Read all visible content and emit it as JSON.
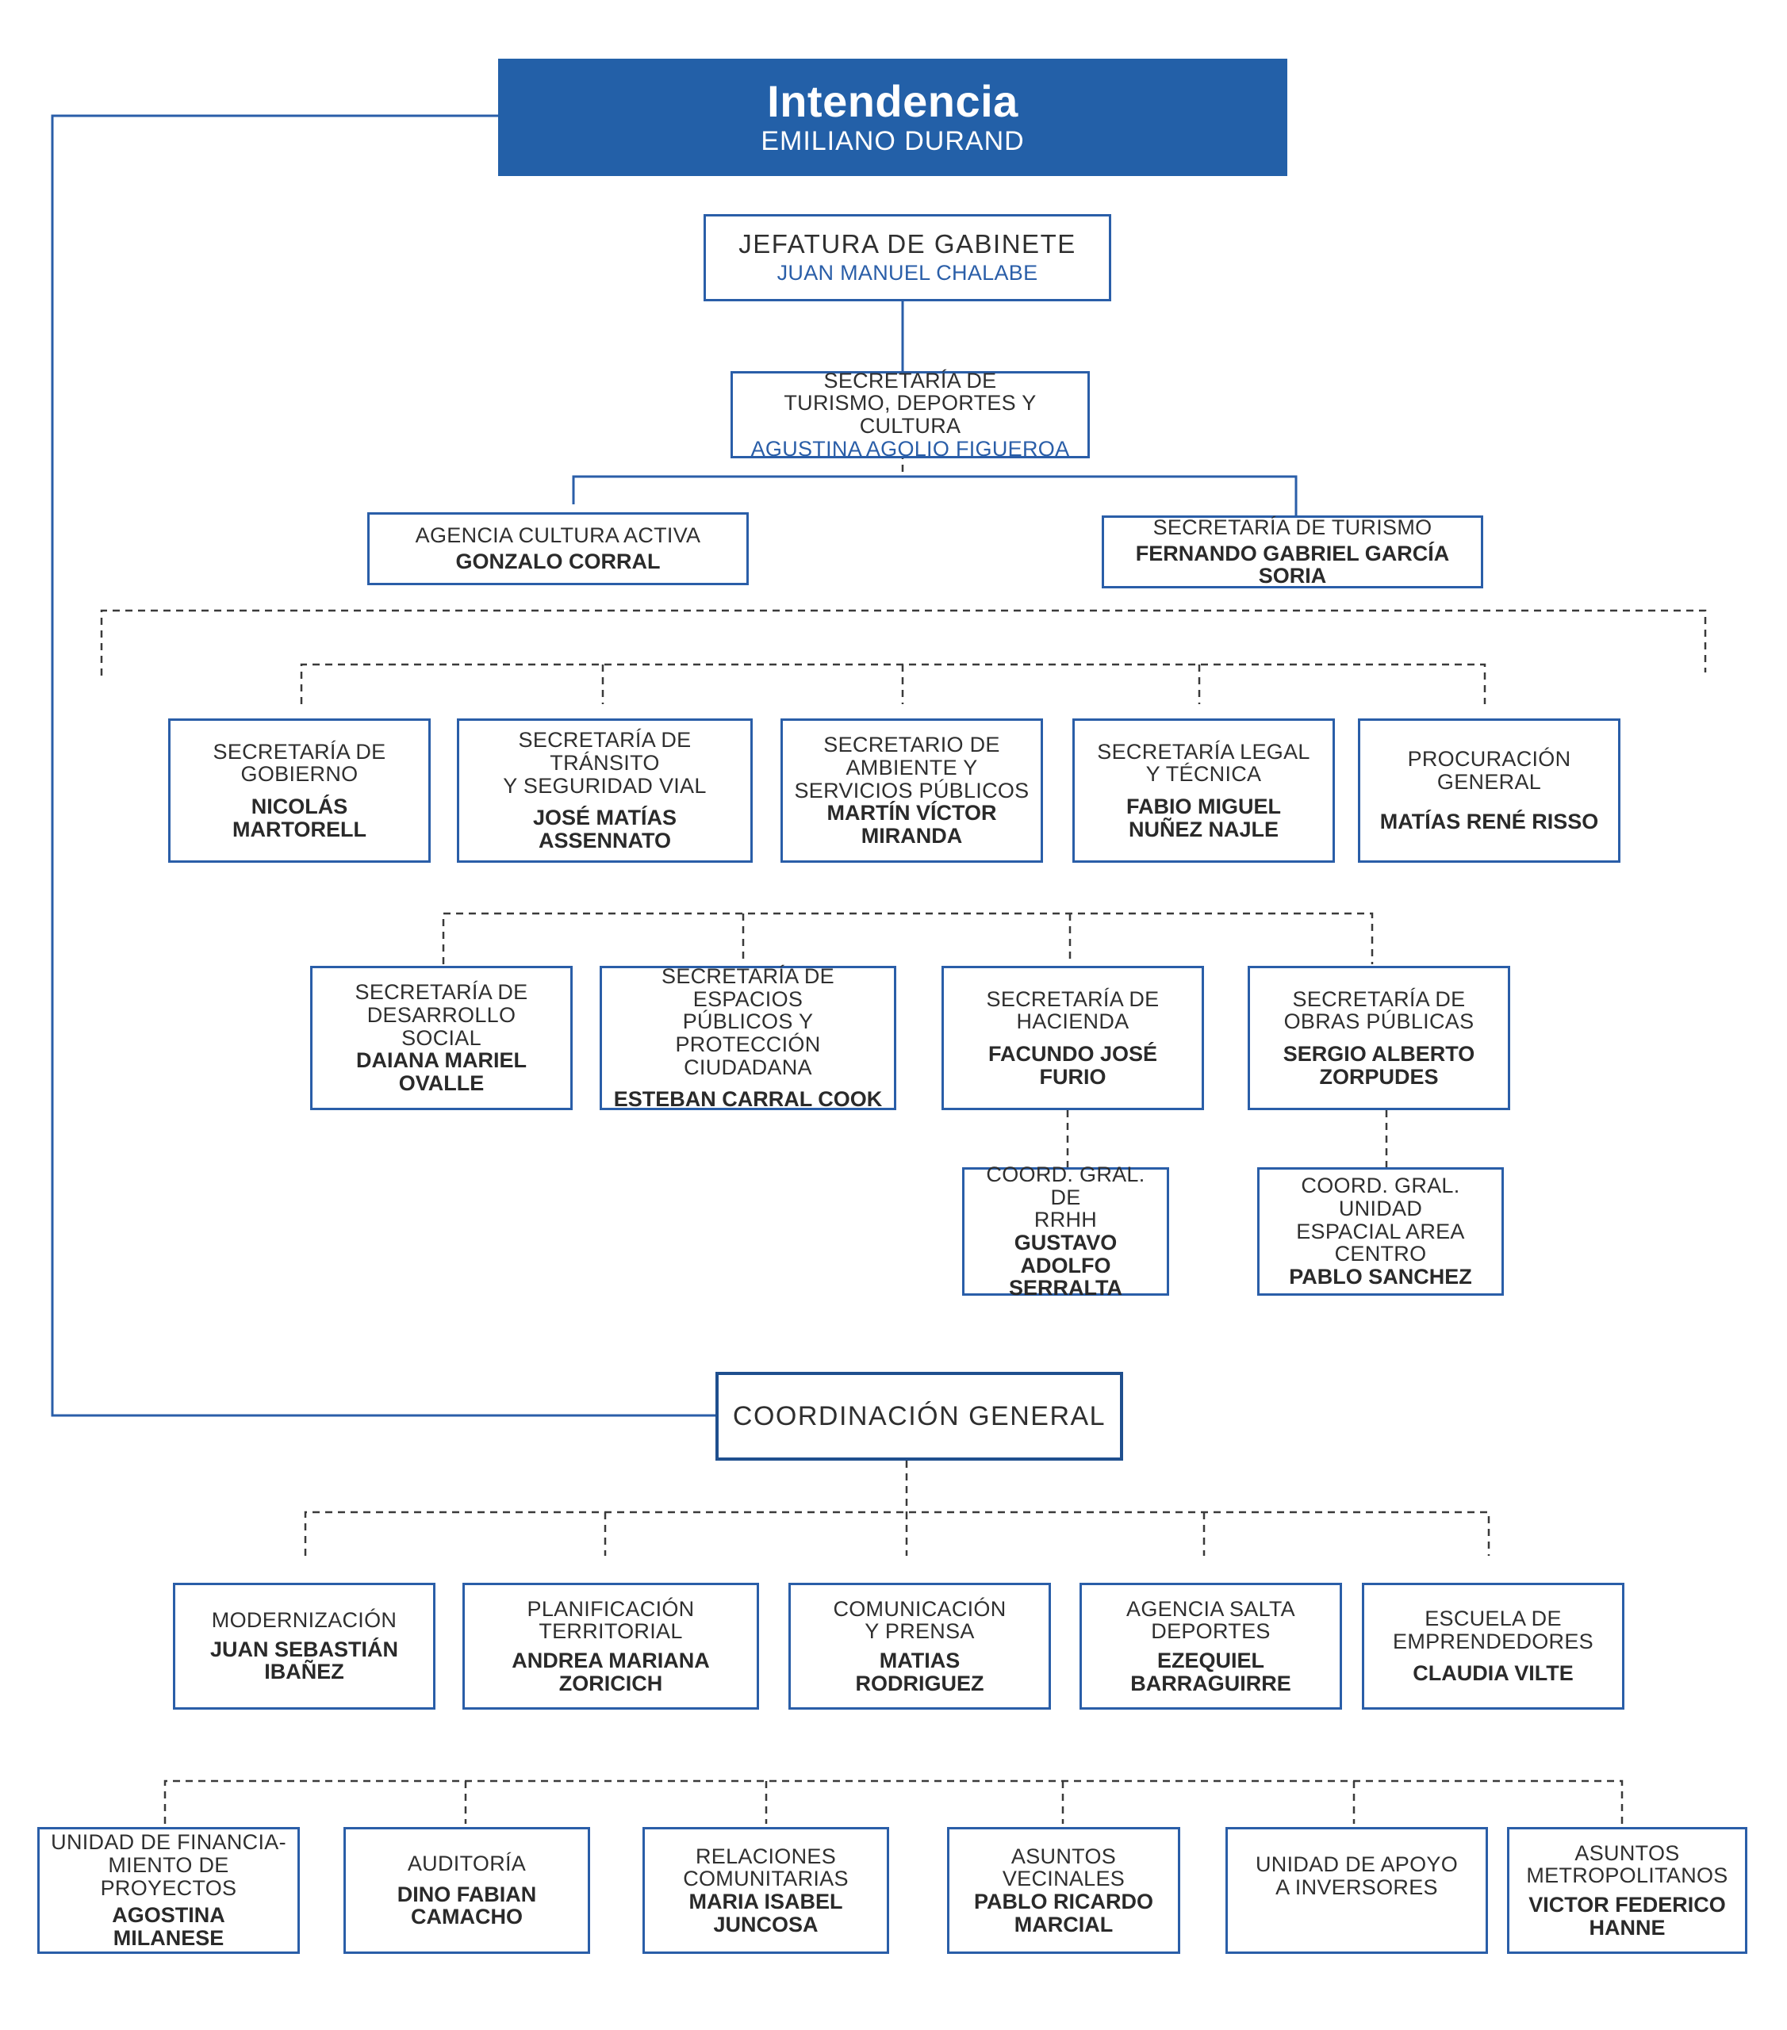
{
  "intendencia": {
    "title": "Intendencia",
    "name": "EMILIANO DURAND"
  },
  "jefatura": {
    "title": "JEFATURA DE GABINETE",
    "name": "JUAN MANUEL CHALABE"
  },
  "sec_turismo_deportes": {
    "title_1": "SECRETARÍA DE",
    "title_2": "TURISMO, DEPORTES Y CULTURA",
    "name": "AGUSTINA AGOLIO FIGUEROA"
  },
  "agencia_cultura": {
    "title": "AGENCIA CULTURA ACTIVA",
    "name": "GONZALO CORRAL"
  },
  "sec_turismo": {
    "title": "SECRETARÍA DE TURISMO",
    "name": "FERNANDO GABRIEL GARCÍA SORIA"
  },
  "row1": [
    {
      "title": [
        "SECRETARÍA DE",
        "GOBIERNO"
      ],
      "name": [
        "NICOLÁS",
        "MARTORELL"
      ]
    },
    {
      "title": [
        "SECRETARÍA DE TRÁNSITO",
        "Y SEGURIDAD VIAL"
      ],
      "name": [
        "JOSÉ MATÍAS",
        "ASSENNATO"
      ]
    },
    {
      "title": [
        "SECRETARIO DE",
        "AMBIENTE Y",
        "SERVICIOS PÚBLICOS"
      ],
      "name": [
        "MARTÍN VÍCTOR",
        "MIRANDA"
      ]
    },
    {
      "title": [
        "SECRETARÍA LEGAL",
        "Y TÉCNICA"
      ],
      "name": [
        "FABIO MIGUEL",
        "NUÑEZ NAJLE"
      ]
    },
    {
      "title": [
        "PROCURACIÓN",
        "GENERAL"
      ],
      "name": [
        "MATÍAS RENÉ RISSO"
      ]
    }
  ],
  "row2": [
    {
      "title": [
        "SECRETARÍA DE",
        "DESARROLLO",
        "SOCIAL"
      ],
      "name": [
        "DAIANA MARIEL",
        "OVALLE"
      ]
    },
    {
      "title": [
        "SECRETARÍA DE ESPACIOS",
        "PÚBLICOS Y PROTECCIÓN",
        "CIUDADANA"
      ],
      "name": [
        "ESTEBAN CARRAL COOK"
      ]
    },
    {
      "title": [
        "SECRETARÍA DE",
        "HACIENDA"
      ],
      "name": [
        "FACUNDO JOSÉ",
        "FURIO"
      ]
    },
    {
      "title": [
        "SECRETARÍA DE",
        "OBRAS PÚBLICAS"
      ],
      "name": [
        "SERGIO ALBERTO",
        "ZORPUDES"
      ]
    }
  ],
  "coord_rrhh": {
    "title": [
      "COORD. GRAL. DE",
      "RRHH"
    ],
    "name": [
      "GUSTAVO ADOLFO",
      "SERRALTA"
    ]
  },
  "coord_centro": {
    "title": [
      "COORD. GRAL. UNIDAD",
      "ESPACIAL AREA",
      "CENTRO"
    ],
    "name": [
      "PABLO SANCHEZ"
    ]
  },
  "coordinacion": {
    "title": "COORDINACIÓN GENERAL"
  },
  "row3": [
    {
      "title": [
        "MODERNIZACIÓN"
      ],
      "name": [
        "JUAN SEBASTIÁN",
        "IBAÑEZ"
      ]
    },
    {
      "title": [
        "PLANIFICACIÓN",
        "TERRITORIAL"
      ],
      "name": [
        "ANDREA MARIANA",
        "ZORICICH"
      ]
    },
    {
      "title": [
        "COMUNICACIÓN",
        "Y PRENSA"
      ],
      "name": [
        "MATIAS",
        "RODRIGUEZ"
      ]
    },
    {
      "title": [
        "AGENCIA SALTA",
        "DEPORTES"
      ],
      "name": [
        "EZEQUIEL",
        "BARRAGUIRRE"
      ]
    },
    {
      "title": [
        "ESCUELA DE",
        "EMPRENDEDORES"
      ],
      "name": [
        "CLAUDIA VILTE"
      ]
    }
  ],
  "row4": [
    {
      "title": [
        "UNIDAD DE FINANCIA-",
        "MIENTO DE PROYECTOS"
      ],
      "name": [
        "AGOSTINA",
        "MILANESE"
      ]
    },
    {
      "title": [
        "AUDITORÍA"
      ],
      "name": [
        "DINO FABIAN",
        "CAMACHO"
      ]
    },
    {
      "title": [
        "RELACIONES",
        "COMUNITARIAS"
      ],
      "name": [
        "MARIA ISABEL",
        "JUNCOSA"
      ]
    },
    {
      "title": [
        "ASUNTOS",
        "VECINALES"
      ],
      "name": [
        "PABLO RICARDO",
        "MARCIAL"
      ]
    },
    {
      "title": [
        "UNIDAD DE APOYO",
        "A INVERSORES"
      ],
      "name": []
    },
    {
      "title": [
        "ASUNTOS",
        "METROPOLITANOS"
      ],
      "name": [
        "VICTOR FEDERICO",
        "HANNE"
      ]
    }
  ],
  "colors": {
    "accent": "#2360a8",
    "border": "#2a5ea8",
    "line": "#3a3a3a",
    "text": "#2f2f2f"
  }
}
